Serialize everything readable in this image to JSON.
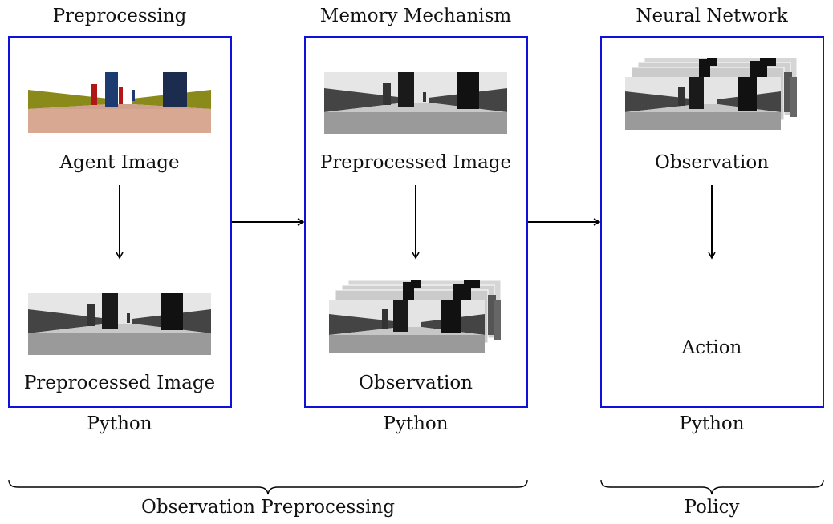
{
  "stages": [
    {
      "title": "Preprocessing",
      "first_label": "Agent Image",
      "second_label": "Preprocessed Image",
      "footer": "Python"
    },
    {
      "title": "Memory Mechanism",
      "first_label": "Preprocessed Image",
      "second_label": "Observation",
      "footer": "Python"
    },
    {
      "title": "Neural Network",
      "first_label": "Observation",
      "second_label": "Action",
      "footer": "Python"
    }
  ],
  "groups": [
    {
      "label": "Observation Preprocessing"
    },
    {
      "label": "Policy"
    }
  ],
  "colors": {
    "box_border": "#1010d8",
    "arrow": "#000000",
    "agent_sky": "#ffffff",
    "agent_ground": "#d9a893",
    "agent_walls": "#8a8a1a",
    "agent_red_pillar": "#b01818",
    "agent_blue_pillar": "#1c3b70"
  }
}
